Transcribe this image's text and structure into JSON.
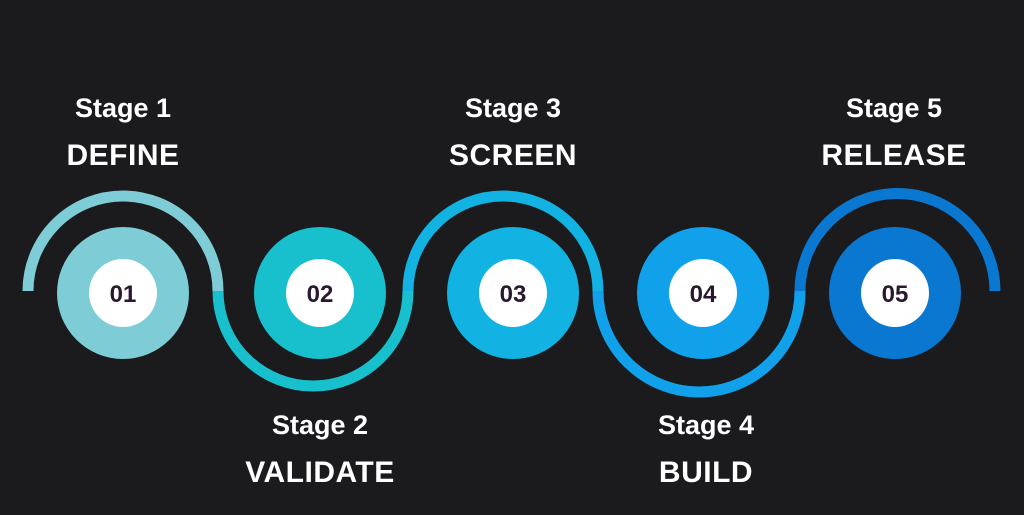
{
  "colors": {
    "background": "#1b1b1d",
    "center_fill": "#ffffff",
    "number_text": "#2a1730",
    "label_text": "#ffffff"
  },
  "stages": [
    {
      "title": "Stage 1",
      "name": "DEFINE",
      "number": "01",
      "color": "#7ecdd6",
      "position": "top"
    },
    {
      "title": "Stage 2",
      "name": "VALIDATE",
      "number": "02",
      "color": "#17c0cc",
      "position": "bottom"
    },
    {
      "title": "Stage 3",
      "name": "SCREEN",
      "number": "03",
      "color": "#12b2e2",
      "position": "top"
    },
    {
      "title": "Stage 4",
      "name": "BUILD",
      "number": "04",
      "color": "#10a1ea",
      "position": "bottom"
    },
    {
      "title": "Stage 5",
      "name": "RELEASE",
      "number": "05",
      "color": "#0a78d0",
      "position": "top"
    }
  ]
}
